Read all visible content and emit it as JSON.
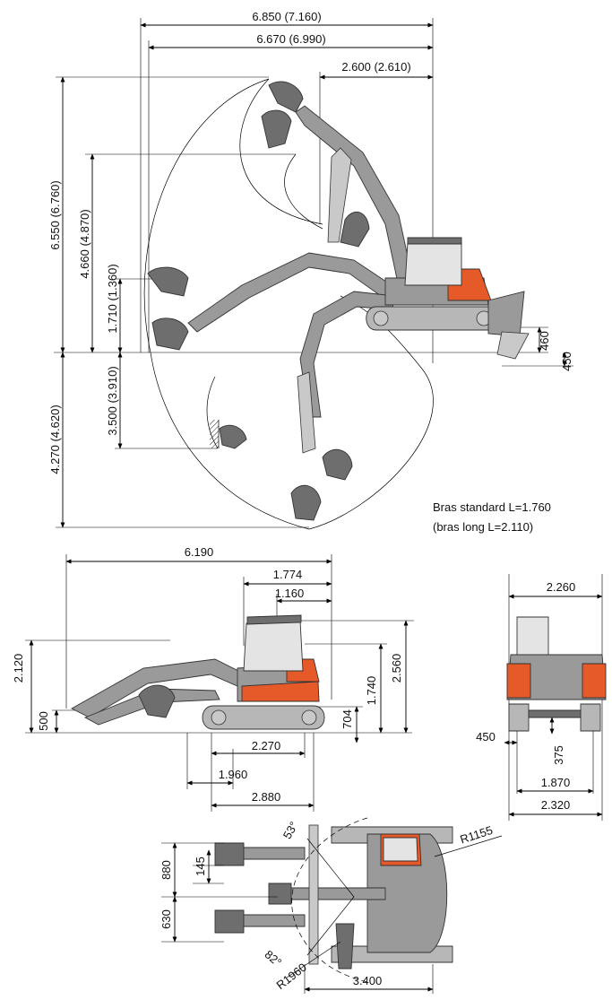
{
  "side_view": {
    "width_outer": "6.850 (7.160)",
    "width_inner": "6.670 (6.990)",
    "front_reach": "2.600 (2.610)",
    "max_height": "6.550 (6.760)",
    "dump_height": "4.660 (4.870)",
    "low_height": "1.710 (1.360)",
    "max_depth": "4.270 (4.620)",
    "wall_depth": "3.500 (3.910)",
    "blade_height": "460",
    "blade_depth": "450",
    "arm_note_1": "Bras standard L=1.760",
    "arm_note_2": "(bras long L=2.110)"
  },
  "transport_view": {
    "length": "6.190",
    "cab_to_rear": "1.774",
    "cab_width": "1.160",
    "height": "2.120",
    "boom_height": "500",
    "total_height": "2.560",
    "cab_height": "1.740",
    "track_height": "704",
    "track_length": "2.270",
    "tumbler": "1.960",
    "undercarriage": "2.880"
  },
  "rear_view": {
    "cab_width": "2.260",
    "track_gauge": "450",
    "clearance": "375",
    "inner_width": "1.870",
    "overall_width": "2.320"
  },
  "top_view": {
    "angle_left": "53°",
    "angle_right": "82°",
    "tail_radius": "R1155",
    "front_radius": "R1960",
    "offset_width": "3.400",
    "offset_left": "880",
    "offset_145": "145",
    "offset_right": "630"
  },
  "colors": {
    "accent": "#e65a2a",
    "body": "#9a9a9a",
    "line": "#000000"
  }
}
